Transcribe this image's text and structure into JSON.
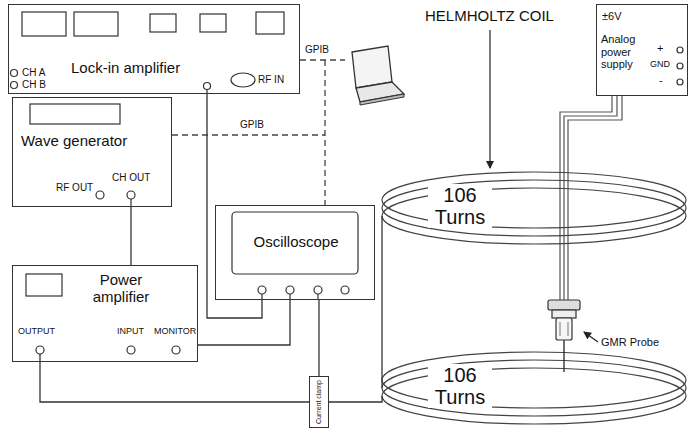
{
  "diagram": {
    "nodes": [
      {
        "text": [
          "Lock-in amplifier"
        ]
      },
      {
        "text": [
          "Wave generator"
        ]
      },
      {
        "text": [
          "Oscilloscope"
        ]
      },
      {
        "text": [
          "Power amplifier"
        ]
      },
      {
        "text": [
          "±6V",
          "Analog power supply"
        ]
      },
      {
        "text": [
          "Current clamp"
        ]
      }
    ],
    "edges": [
      {
        "from": 0,
        "to": 2,
        "arrow": "none"
      },
      {
        "from": 1,
        "to": 3,
        "arrow": "none"
      },
      {
        "from": 3,
        "to": 2,
        "arrow": "none"
      },
      {
        "from": 2,
        "to": 5,
        "arrow": "none"
      }
    ],
    "labels": [
      "CH A",
      "CH B",
      "RF IN",
      "GPIB",
      "GPIB",
      "RF OUT",
      "CH OUT",
      "OUTPUT",
      "INPUT",
      "MONITOR",
      "HELMHOLTZ COIL",
      "+",
      "GND",
      "-",
      "106 Turns",
      "106 Turns",
      "GMR Probe"
    ]
  }
}
